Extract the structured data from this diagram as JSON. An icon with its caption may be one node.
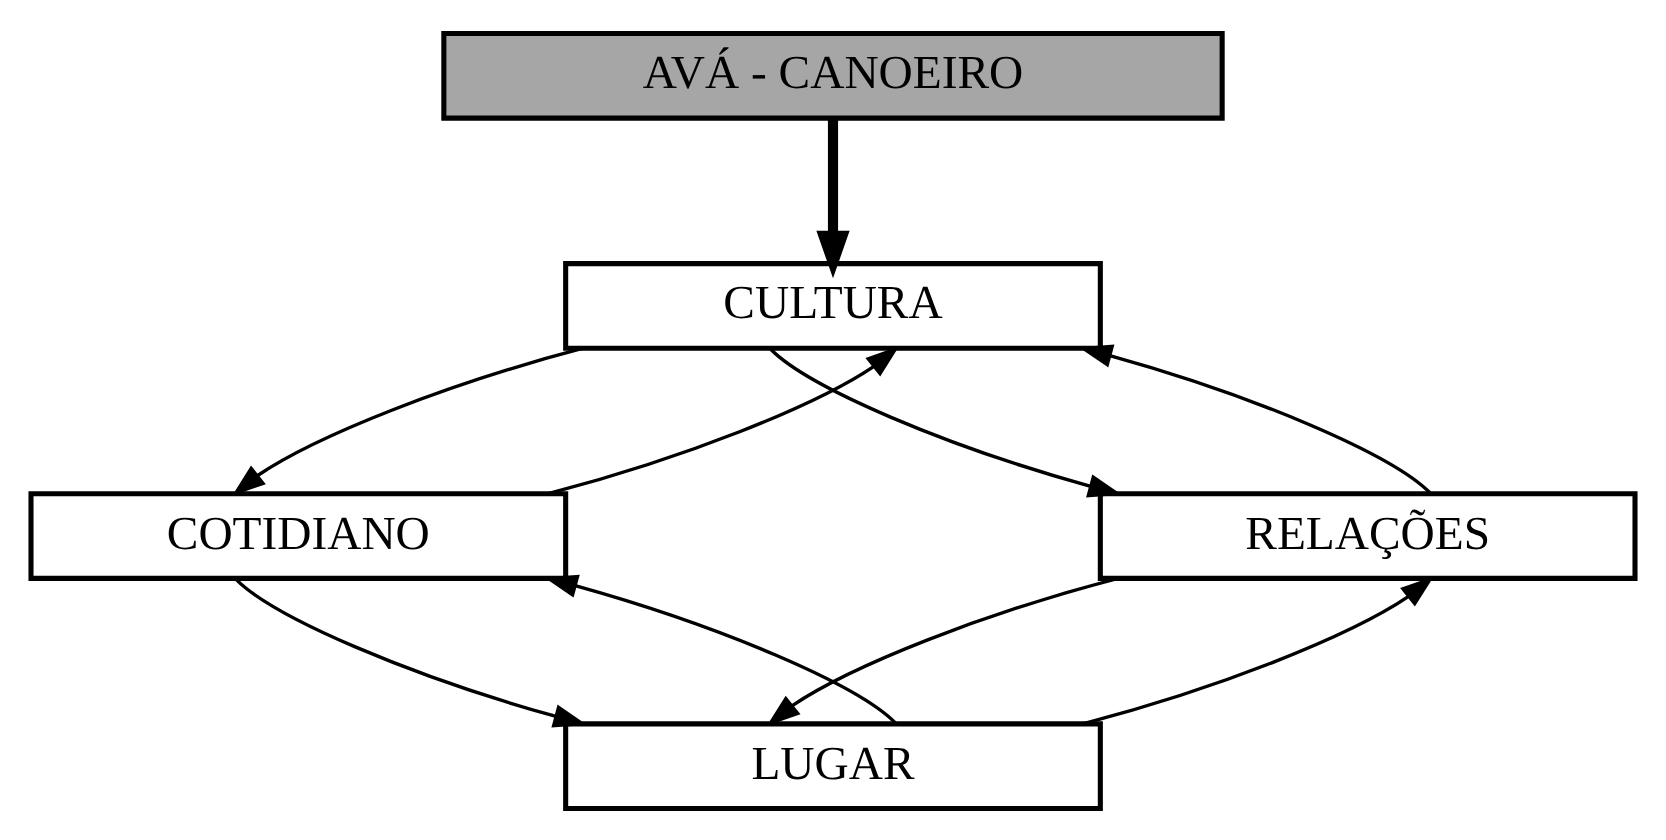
{
  "diagram": {
    "nodes": [
      {
        "text": [
          "AVÁ - CANOEIRO"
        ]
      },
      {
        "text": [
          "CULTURA"
        ]
      },
      {
        "text": [
          "COTIDIANO"
        ]
      },
      {
        "text": [
          "RELAÇÕES"
        ]
      },
      {
        "text": [
          "LUGAR"
        ]
      }
    ],
    "edges": [
      {
        "from": 0,
        "to": 1,
        "arrow": "to",
        "style": "thick"
      },
      {
        "from": 2,
        "to": 1,
        "arrow": "to"
      },
      {
        "from": 1,
        "to": 2,
        "arrow": "to"
      },
      {
        "from": 1,
        "to": 3,
        "arrow": "to"
      },
      {
        "from": 3,
        "to": 1,
        "arrow": "to"
      },
      {
        "from": 4,
        "to": 2,
        "arrow": "to"
      },
      {
        "from": 2,
        "to": 4,
        "arrow": "to"
      },
      {
        "from": 4,
        "to": 3,
        "arrow": "to"
      },
      {
        "from": 3,
        "to": 4,
        "arrow": "to"
      }
    ]
  }
}
